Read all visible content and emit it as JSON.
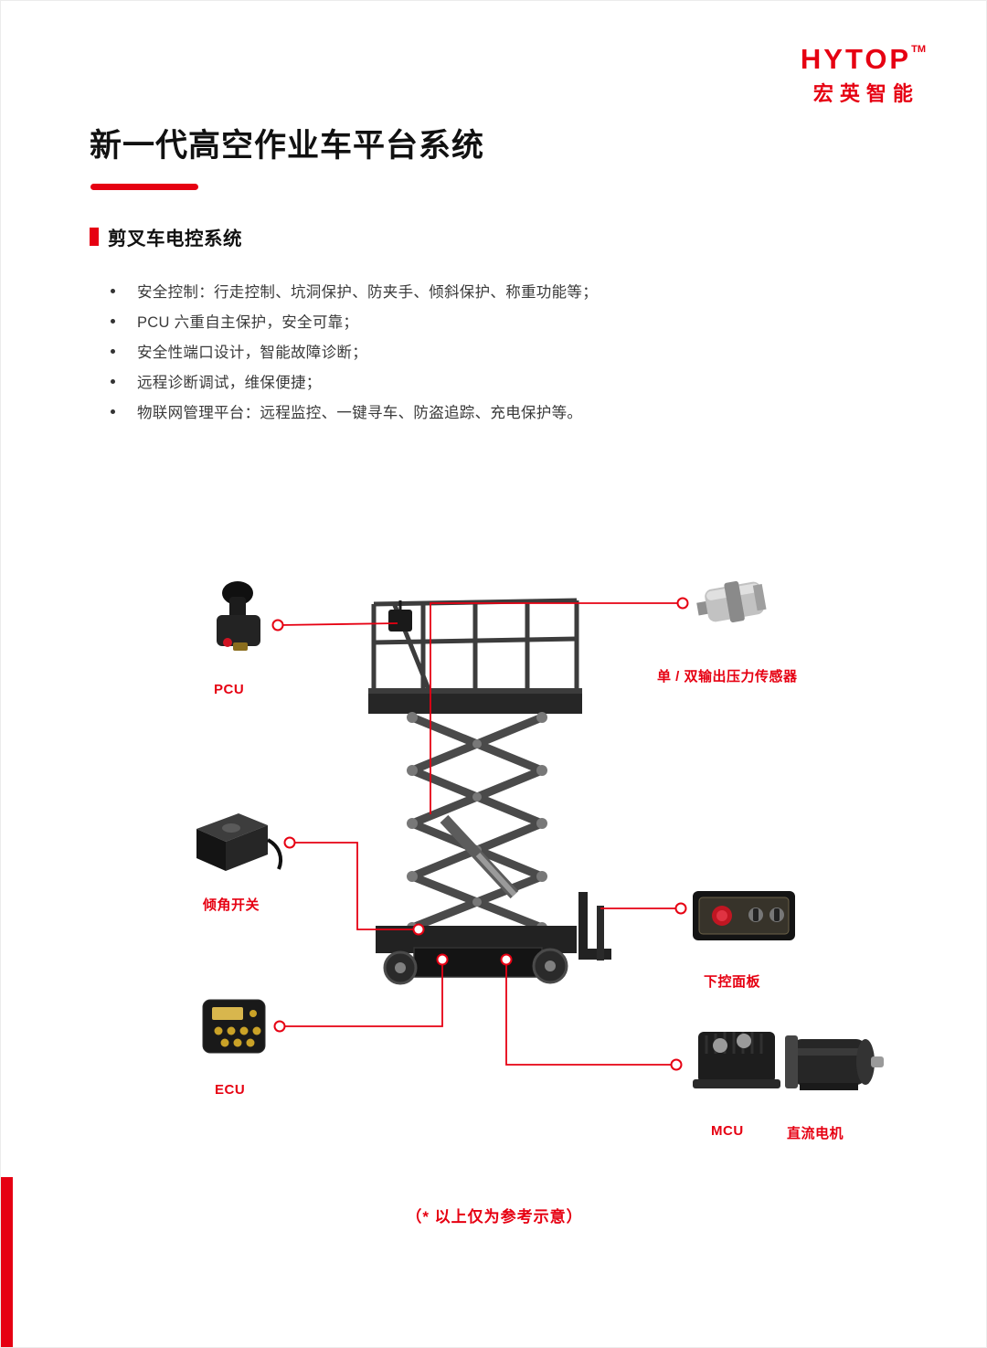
{
  "logo": {
    "brand": "HYTOP",
    "tm": "TM",
    "subtitle": "宏英智能"
  },
  "header": {
    "title": "新一代高空作业车平台系统"
  },
  "section": {
    "heading": "剪叉车电控系统",
    "bullets": [
      "安全控制：行走控制、坑洞保护、防夹手、倾斜保护、称重功能等；",
      "PCU 六重自主保护，安全可靠；",
      "安全性端口设计，智能故障诊断；",
      "远程诊断调试，维保便捷；",
      "物联网管理平台：远程监控、一键寻车、防盗追踪、充电保护等。"
    ]
  },
  "diagram": {
    "labels": {
      "pcu": "PCU",
      "pressure_sensor": "单 / 双输出压力传感器",
      "tilt_switch": "倾角开关",
      "lower_control_panel": "下控面板",
      "ecu": "ECU",
      "mcu": "MCU",
      "dc_motor": "直流电机"
    }
  },
  "footer": {
    "footnote": "（* 以上仅为参考示意）"
  },
  "colors": {
    "accent": "#e60012"
  }
}
